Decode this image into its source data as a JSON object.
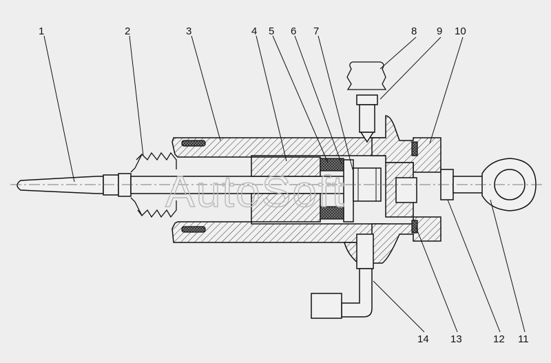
{
  "drawing": {
    "watermark": "AutoSoft",
    "callouts": [
      {
        "number": "1"
      },
      {
        "number": "2"
      },
      {
        "number": "3"
      },
      {
        "number": "4"
      },
      {
        "number": "5"
      },
      {
        "number": "6"
      },
      {
        "number": "7"
      },
      {
        "number": "8"
      },
      {
        "number": "9"
      },
      {
        "number": "10"
      },
      {
        "number": "11"
      },
      {
        "number": "12"
      },
      {
        "number": "13"
      },
      {
        "number": "14"
      }
    ]
  }
}
